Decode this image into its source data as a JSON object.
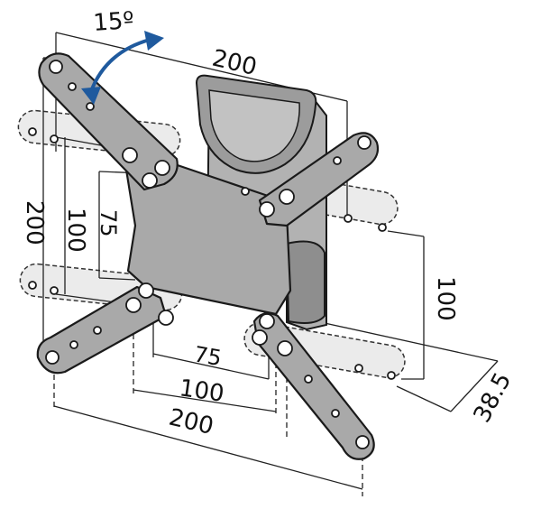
{
  "diagram": {
    "rotation_label": "15º",
    "dimensions": {
      "top_width": "200",
      "left_outer_height": "200",
      "left_middle_height": "100",
      "left_inner_height": "75",
      "right_height": "100",
      "bottom_inner_width": "75",
      "bottom_middle_width": "100",
      "bottom_outer_width": "200",
      "depth": "38.5"
    },
    "colors": {
      "arm_fill": "#a9a9a9",
      "arm_stroke": "#1a1a1a",
      "slot_fill": "#e4e4e4",
      "dimension_line": "#222222",
      "rotation_arrow": "#1f5a9e"
    }
  }
}
